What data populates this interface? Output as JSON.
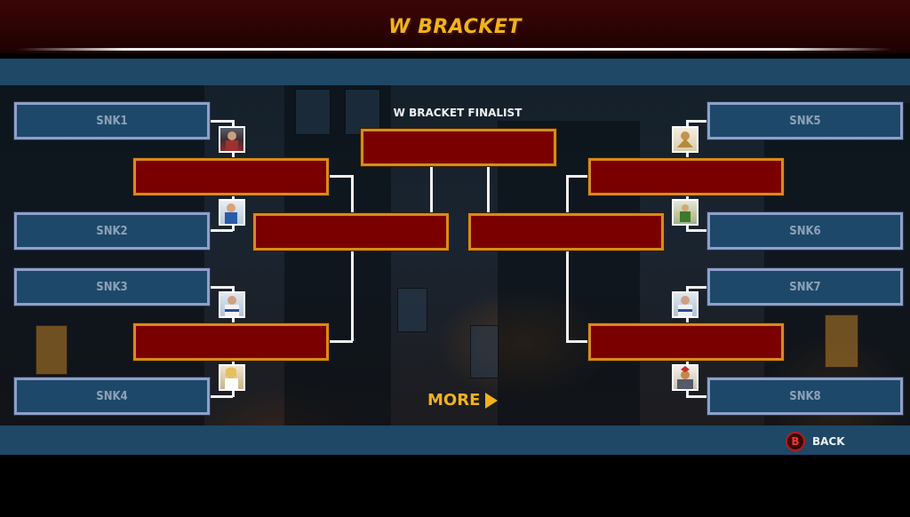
{
  "header": {
    "title": "W BRACKET"
  },
  "finalist": {
    "label": "W BRACKET FINALIST"
  },
  "players": {
    "left": [
      {
        "name": "SNK1"
      },
      {
        "name": "SNK2"
      },
      {
        "name": "SNK3"
      },
      {
        "name": "SNK4"
      }
    ],
    "right": [
      {
        "name": "SNK5"
      },
      {
        "name": "SNK6"
      },
      {
        "name": "SNK7"
      },
      {
        "name": "SNK8"
      }
    ]
  },
  "nav": {
    "more_label": "MORE",
    "back_label": "BACK",
    "back_button_glyph": "B"
  },
  "colors": {
    "accent": "#f2b21c",
    "player_slot": "#1d4869",
    "winner_slot": "#7a0000",
    "winner_border": "#d78b1b",
    "band": "#1e4866"
  },
  "icons": {
    "more": "play-triangle-icon",
    "back": "b-button-icon"
  }
}
